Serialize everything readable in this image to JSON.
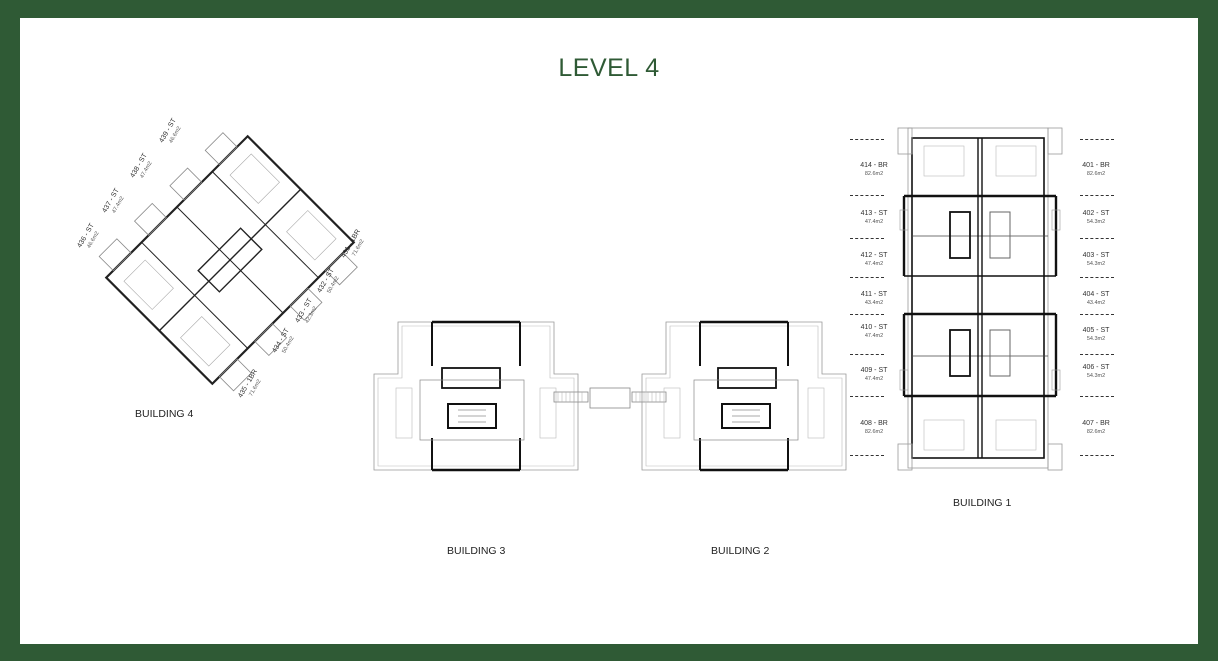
{
  "title": "LEVEL 4",
  "buildings": {
    "b1": "BUILDING 1",
    "b2": "BUILDING 2",
    "b3": "BUILDING 3",
    "b4": "BUILDING 4"
  },
  "building1_left": [
    {
      "name": "414 - BR",
      "area": "82.6m2"
    },
    {
      "name": "413 - ST",
      "area": "47.4m2"
    },
    {
      "name": "412 - ST",
      "area": "47.4m2"
    },
    {
      "name": "411 - ST",
      "area": "43.4m2"
    },
    {
      "name": "410 - ST",
      "area": "47.4m2"
    },
    {
      "name": "409 - ST",
      "area": "47.4m2"
    },
    {
      "name": "408 - BR",
      "area": "82.6m2"
    }
  ],
  "building1_right": [
    {
      "name": "401 - BR",
      "area": "82.6m2"
    },
    {
      "name": "402 - ST",
      "area": "54.3m2"
    },
    {
      "name": "403 - ST",
      "area": "54.3m2"
    },
    {
      "name": "404 - ST",
      "area": "43.4m2"
    },
    {
      "name": "405 - ST",
      "area": "54.3m2"
    },
    {
      "name": "406 - ST",
      "area": "54.3m2"
    },
    {
      "name": "407 - BR",
      "area": "82.6m2"
    }
  ],
  "building4_units": [
    {
      "name": "436 - ST",
      "area": "46.6m2"
    },
    {
      "name": "437 - ST",
      "area": "47.4m2"
    },
    {
      "name": "438 - ST",
      "area": "47.4m2"
    },
    {
      "name": "439 - ST",
      "area": "46.6m2"
    },
    {
      "name": "431 - 1BR",
      "area": "71.6m2"
    },
    {
      "name": "432 - ST",
      "area": "50.4m2"
    },
    {
      "name": "433 - ST",
      "area": "42.3m2"
    },
    {
      "name": "434 - ST",
      "area": "50.4m2"
    },
    {
      "name": "435 - 1BR",
      "area": "71.6m2"
    }
  ]
}
